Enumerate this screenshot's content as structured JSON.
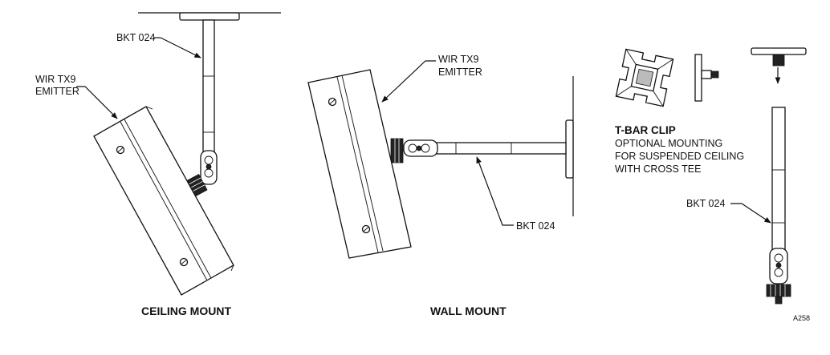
{
  "diagram": {
    "ceiling": {
      "emitter_label_1": "WIR TX9",
      "emitter_label_2": "EMITTER",
      "bracket_label": "BKT 024",
      "caption": "CEILING MOUNT"
    },
    "wall": {
      "emitter_label_1": "WIR TX9",
      "emitter_label_2": "EMITTER",
      "bracket_label": "BKT 024",
      "caption": "WALL MOUNT"
    },
    "tbar": {
      "title": "T-BAR CLIP",
      "line_1": "OPTIONAL MOUNTING",
      "line_2": "FOR SUSPENDED CEILING",
      "line_3": "WITH CROSS TEE",
      "bracket_label": "BKT 024"
    },
    "figure_id": "A258"
  }
}
